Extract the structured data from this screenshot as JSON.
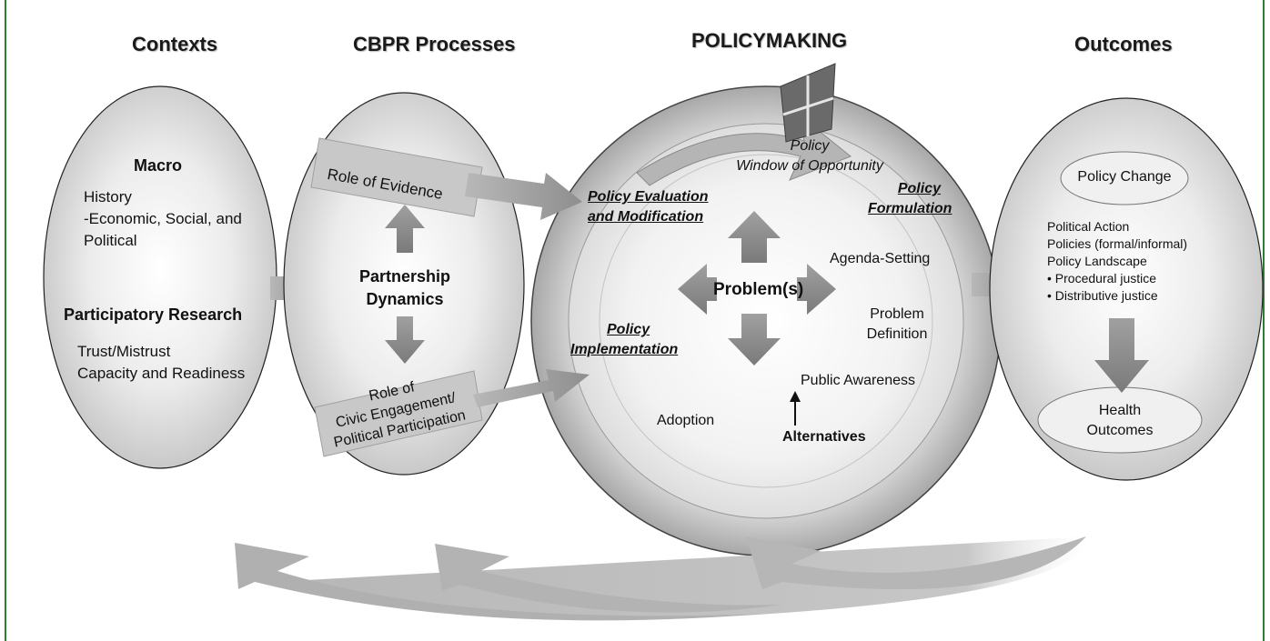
{
  "headers": {
    "contexts": "Contexts",
    "cbpr": "CBPR Processes",
    "policymaking": "POLICYMAKING",
    "outcomes": "Outcomes"
  },
  "contexts": {
    "macro_title": "Macro",
    "macro_lines": [
      "History",
      "-Economic, Social, and",
      "Political"
    ],
    "participatory_title": "Participatory Research",
    "participatory_lines": [
      "Trust/Mistrust",
      "Capacity and Readiness"
    ]
  },
  "cbpr": {
    "role_of_evidence": "Role of Evidence",
    "partnership_dynamics": [
      "Partnership",
      "Dynamics"
    ],
    "civic_engagement": [
      "Role of",
      "Civic Engagement/",
      "Political Participation"
    ]
  },
  "policymaking": {
    "window": [
      "Policy",
      "Window of Opportunity"
    ],
    "evaluation": [
      "Policy Evaluation",
      "and Modification"
    ],
    "formulation": [
      "Policy",
      "Formulation"
    ],
    "implementation": [
      "Policy",
      "Implementation"
    ],
    "problems": "Problem(s)",
    "agenda_setting": "Agenda-Setting",
    "problem_definition": [
      "Problem",
      "Definition"
    ],
    "public_awareness": "Public Awareness",
    "adoption": "Adoption",
    "alternatives": "Alternatives"
  },
  "outcomes": {
    "policy_change": "Policy Change",
    "list": [
      "Political Action",
      "Policies (formal/informal)",
      "Policy Landscape"
    ],
    "bullets": [
      "Procedural justice",
      "Distributive justice"
    ],
    "health_outcomes": [
      "Health",
      "Outcomes"
    ]
  }
}
